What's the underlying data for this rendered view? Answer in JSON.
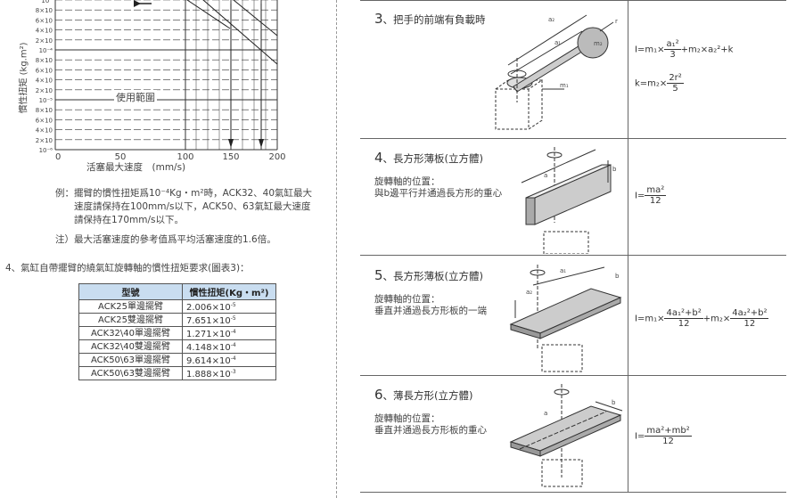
{
  "chart": {
    "ylabel": "慣性扭矩 (kg.m²)",
    "xlabel": "活塞最大速度　(mm/s)",
    "usage_label": "使用範圍",
    "yticks": [
      "10⁻",
      "8×10",
      "6×10",
      "4×10",
      "2×10",
      "10⁻⁴",
      "8×10",
      "6×10",
      "4×10",
      "2×10",
      "10⁻⁵",
      "8×10",
      "6×10",
      "4×10",
      "2×10",
      "10⁻⁶"
    ],
    "xticks": [
      "0",
      "50",
      "100",
      "150",
      "200"
    ]
  },
  "notes": {
    "example_prefix": "例：",
    "example_line1": "擺臂的慣性扭矩爲10⁻⁴Kg・m²時，ACK32、40氣缸最大",
    "example_line2": "速度請保持在100mm/s以下，ACK50、63氣缸最大速度",
    "example_line3": "請保持在170mm/s以下。",
    "note": "注）最大活塞速度的參考值爲平均活塞速度的1.6倍。",
    "section4": "4、氣缸自帶擺臂的繞氣缸旋轉軸的慣性扭矩要求(圖表3)："
  },
  "spec_table": {
    "headers": [
      "型號",
      "慣性扭矩(Kg・m²)"
    ],
    "rows": [
      {
        "model": "ACK25單邊擺臂",
        "mantissa": "2.006",
        "exp": "-5"
      },
      {
        "model": "ACK25雙邊擺臂",
        "mantissa": "7.651",
        "exp": "-5"
      },
      {
        "model": "ACK32\\40單邊擺臂",
        "mantissa": "1.271",
        "exp": "-4"
      },
      {
        "model": "ACK32\\40雙邊擺臂",
        "mantissa": "4.148",
        "exp": "-4"
      },
      {
        "model": "ACK50\\63單邊擺臂",
        "mantissa": "9.614",
        "exp": "-4"
      },
      {
        "model": "ACK50\\63雙邊擺臂",
        "mantissa": "1.888",
        "exp": "-3"
      }
    ],
    "times_ten": "×10"
  },
  "cases": {
    "c3": {
      "num": "3",
      "title": "、把手的前端有負載時",
      "labels": {
        "a2": "a₂",
        "a1": "a₁",
        "r": "r",
        "m2": "m₂",
        "m1": "m₁"
      },
      "formula_I": "I=m₁×",
      "formula_I_frac_n": "a₁²",
      "formula_I_frac_d": "3",
      "formula_I_tail": "+m₂×a₂²+k",
      "formula_k": "k=m₂×",
      "formula_k_frac_n": "2r²",
      "formula_k_frac_d": "5"
    },
    "c4": {
      "num": "4",
      "title": "、長方形薄板(立方體)",
      "axis1": "旋轉軸的位置：",
      "axis2": "與b邊平行并通過長方形的重心",
      "labels": {
        "a": "a",
        "b": "b"
      },
      "formula_pre": "I=",
      "frac_n": "ma²",
      "frac_d": "12"
    },
    "c5": {
      "num": "5",
      "title": "、長方形薄板(立方體)",
      "axis1": "旋轉軸的位置：",
      "axis2": "垂直并通過長方形板的一端",
      "labels": {
        "a1": "a₁",
        "a2": "a₂",
        "b": "b"
      },
      "formula_pre": "I=m₁×",
      "frac1_n": "4a₁²+b²",
      "frac1_d": "12",
      "formula_mid": "+m₂×",
      "frac2_n": "4a₂²+b²",
      "frac2_d": "12"
    },
    "c6": {
      "num": "6",
      "title": "、薄長方形(立方體)",
      "axis1": "旋轉軸的位置：",
      "axis2": "垂直并通過長方形板的重心",
      "labels": {
        "a": "a",
        "b": "b"
      },
      "formula_pre": "I=",
      "frac_n": "ma²+mb²",
      "frac_d": "12"
    }
  }
}
